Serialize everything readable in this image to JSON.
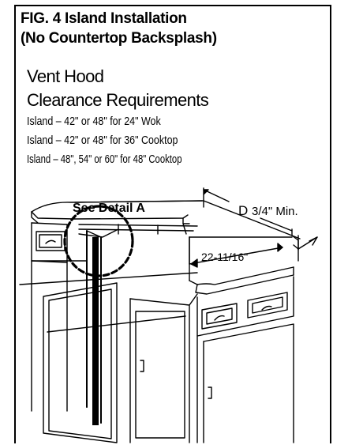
{
  "figure": {
    "title_line1": "FIG. 4 Island Installation",
    "title_line2": "(No Countertop Backsplash)"
  },
  "heading": {
    "line1": "Vent Hood",
    "line2": "Clearance Requirements"
  },
  "requirements": [
    "Island – 42\" or 48\" for 24\" Wok",
    "Island – 42\" or 48\" for 36\" Cooktop",
    "Island – 48\", 54\" or 60\" for 48\" Cooktop"
  ],
  "labels": {
    "detail": "See Detail A",
    "depth": "D",
    "min_clearance": "3/4\" Min.",
    "cutout_depth": "22-11/16\""
  },
  "colors": {
    "ink": "#000000",
    "background": "#ffffff"
  }
}
